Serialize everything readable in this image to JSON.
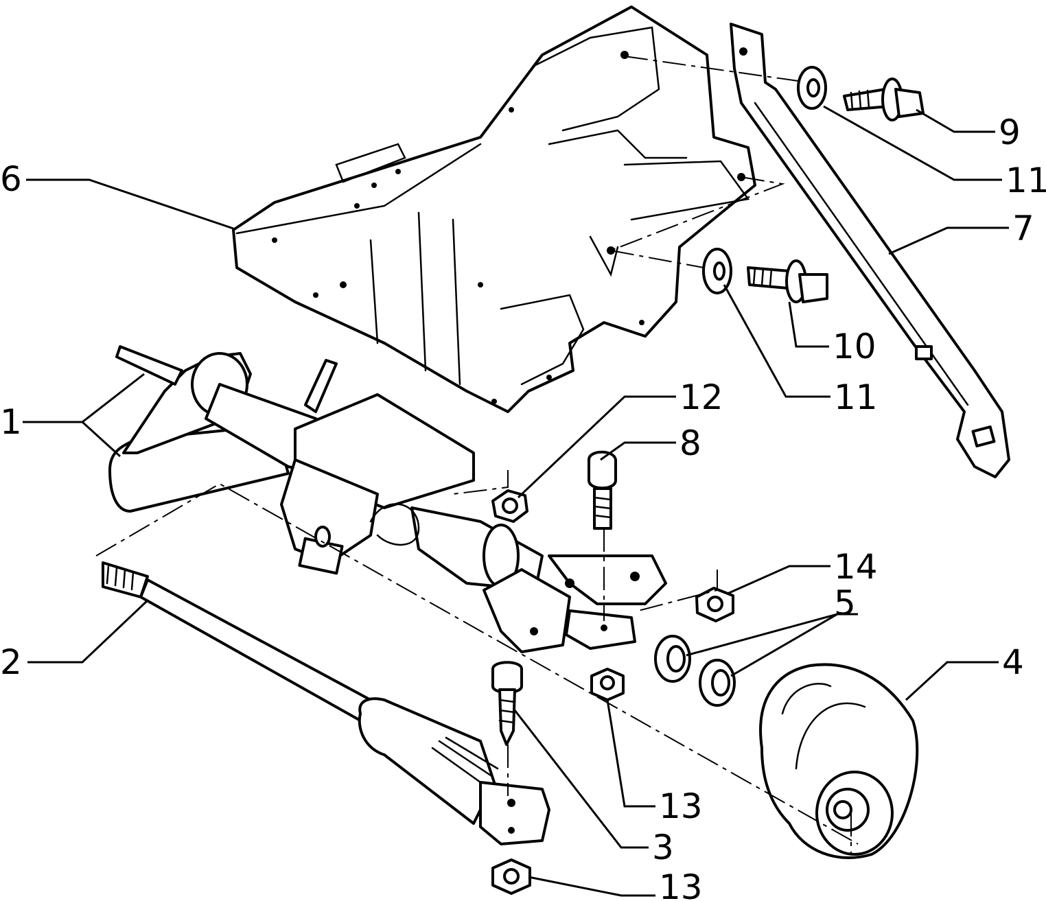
{
  "callouts": [
    {
      "id": "1",
      "label": "1"
    },
    {
      "id": "2",
      "label": "2"
    },
    {
      "id": "3",
      "label": "3"
    },
    {
      "id": "4",
      "label": "4"
    },
    {
      "id": "5",
      "label": "5"
    },
    {
      "id": "6",
      "label": "6"
    },
    {
      "id": "7",
      "label": "7"
    },
    {
      "id": "8",
      "label": "8"
    },
    {
      "id": "9",
      "label": "9"
    },
    {
      "id": "10",
      "label": "10"
    },
    {
      "id": "11a",
      "label": "11"
    },
    {
      "id": "11b",
      "label": "11"
    },
    {
      "id": "12",
      "label": "12"
    },
    {
      "id": "13a",
      "label": "13"
    },
    {
      "id": "13b",
      "label": "13"
    },
    {
      "id": "14",
      "label": "14"
    }
  ]
}
